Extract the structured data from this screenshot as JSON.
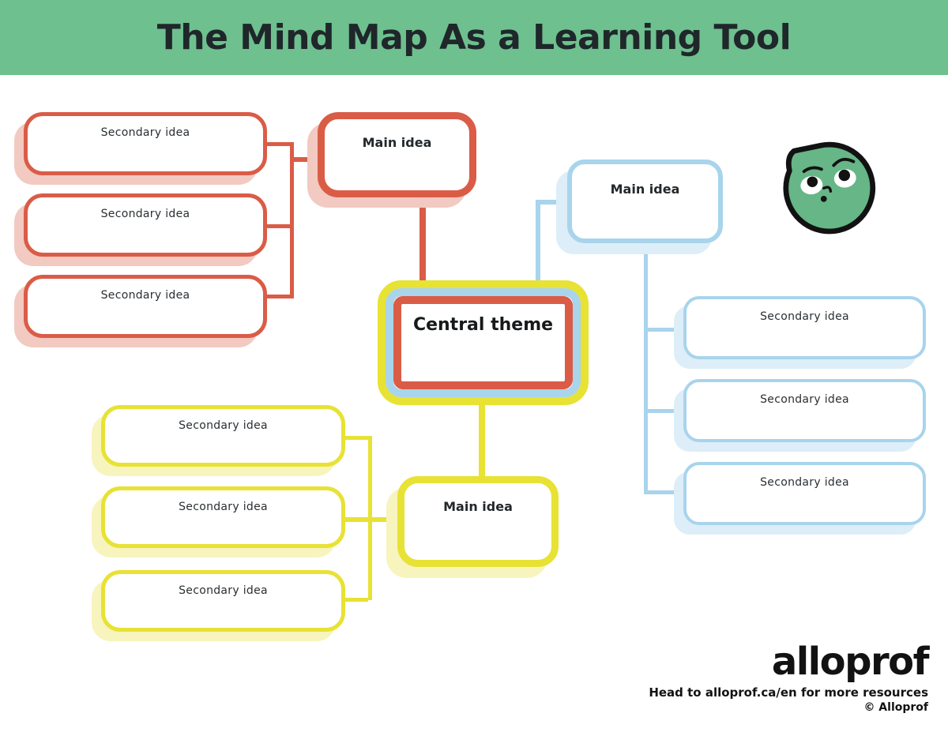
{
  "header": {
    "title": "The Mind Map As a Learning Tool",
    "bg_color": "#6EC08F"
  },
  "central_theme": {
    "label": "Central theme",
    "border_colors": [
      "#E7E234",
      "#A8D4EC",
      "#DA5C47"
    ]
  },
  "branches": {
    "red": {
      "main_label": "Main idea",
      "secondaries": [
        "Secondary idea",
        "Secondary idea",
        "Secondary idea"
      ],
      "border_color": "#DA5C47",
      "shadow_color": "#F2CAC1"
    },
    "blue": {
      "main_label": "Main idea",
      "secondaries": [
        "Secondary idea",
        "Secondary idea",
        "Secondary idea"
      ],
      "border_color": "#A8D4EC",
      "shadow_color": "#DDEEF8"
    },
    "yellow": {
      "main_label": "Main idea",
      "secondaries": [
        "Secondary idea",
        "Secondary idea",
        "Secondary idea"
      ],
      "border_color": "#E7E234",
      "shadow_color": "#F7F4BE"
    }
  },
  "mascot": {
    "name": "alloprof-thinking-face-mascot",
    "fill_color": "#66B687"
  },
  "footer": {
    "logo_text": "alloprof",
    "tagline": "Head to alloprof.ca/en for more resources",
    "copyright": "© Alloprof"
  },
  "colors": {
    "text_dark": "#1F272A"
  }
}
